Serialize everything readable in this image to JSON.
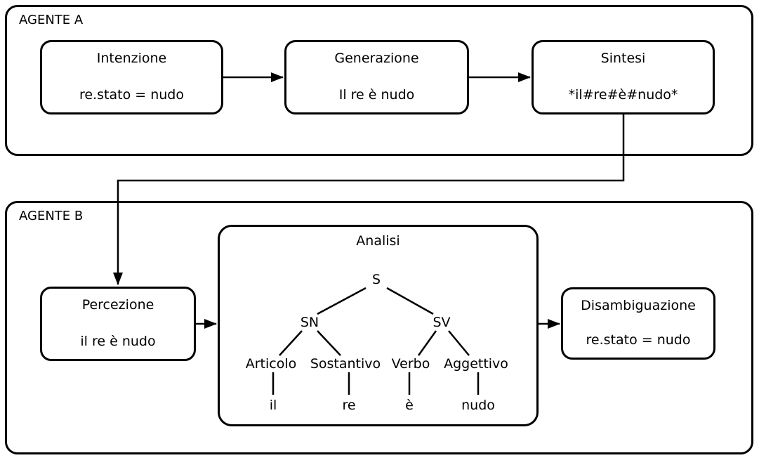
{
  "agent_a": {
    "label": "AGENTE A",
    "boxes": {
      "intenzione": {
        "title": "Intenzione",
        "value": "re.stato = nudo"
      },
      "generazione": {
        "title": "Generazione",
        "value": "Il re è nudo"
      },
      "sintesi": {
        "title": "Sintesi",
        "value": "*il#re#è#nudo*"
      }
    }
  },
  "agent_b": {
    "label": "AGENTE B",
    "boxes": {
      "percezione": {
        "title": "Percezione",
        "value": "il re è nudo"
      },
      "disambiguazione": {
        "title": "Disambiguazione",
        "value": "re.stato = nudo"
      }
    },
    "analisi": {
      "title": "Analisi",
      "tree": {
        "root": "S",
        "sn": "SN",
        "sv": "SV",
        "articolo": "Articolo",
        "sostantivo": "Sostantivo",
        "verbo": "Verbo",
        "aggettivo": "Aggettivo",
        "leaf_il": "il",
        "leaf_re": "re",
        "leaf_e": "è",
        "leaf_nudo": "nudo"
      }
    }
  },
  "colors": {
    "stroke": "#000000",
    "background": "#ffffff"
  }
}
